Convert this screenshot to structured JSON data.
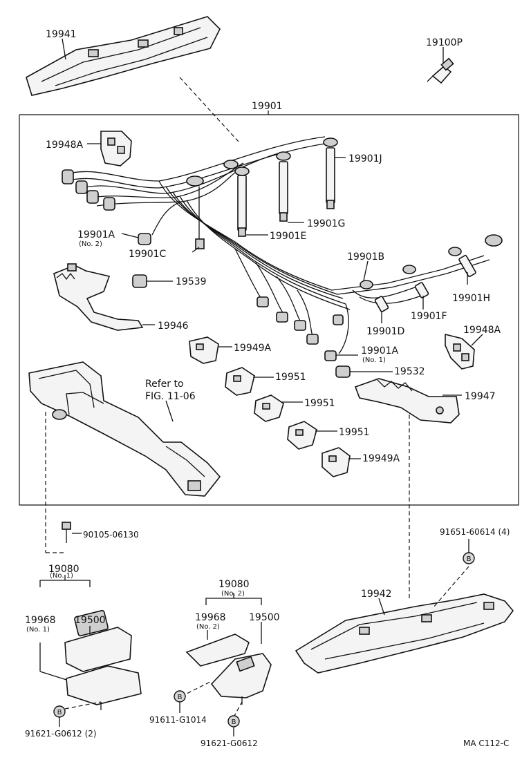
{
  "diagram": {
    "callouts": {
      "p19941": "19941",
      "p19100P": "19100P",
      "p19901": "19901",
      "p19948A_1": "19948A",
      "p19901J": "19901J",
      "p19901G": "19901G",
      "p19901A_2": "19901A",
      "p19901A_2_note": "(No. 2)",
      "p19901E": "19901E",
      "p19901C": "19901C",
      "p19901B": "19901B",
      "p19539": "19539",
      "p19901H": "19901H",
      "p19946": "19946",
      "p19901D": "19901D",
      "p19901F": "19901F",
      "p19948A_2": "19948A",
      "p19949A_1": "19949A",
      "p19901A_1": "19901A",
      "p19901A_1_note": "(No. 1)",
      "refer_to_1": "Refer to",
      "refer_to_2": "FIG. 11-06",
      "p19951_1": "19951",
      "p19532": "19532",
      "p19947": "19947",
      "p19951_2": "19951",
      "p19951_3": "19951",
      "p19949A_2": "19949A",
      "p90105": "90105-06130",
      "p91651": "91651-60614 (4)",
      "p19080_1": "19080",
      "p19080_1_note": "(No. 1)",
      "p19968_1": "19968",
      "p19968_1_note": "(No. 1)",
      "p19500_1": "19500",
      "p19080_2": "19080",
      "p19080_2_note": "(No. 2)",
      "p19968_2": "19968",
      "p19968_2_note": "(No. 2)",
      "p19500_2": "19500",
      "p19942": "19942",
      "p91611": "91611-G1014",
      "p91621_1": "91621-G0612 (2)",
      "p91621_2": "91621-G0612",
      "bolt_marker": "B"
    },
    "footer_code": "MA C112-C"
  }
}
